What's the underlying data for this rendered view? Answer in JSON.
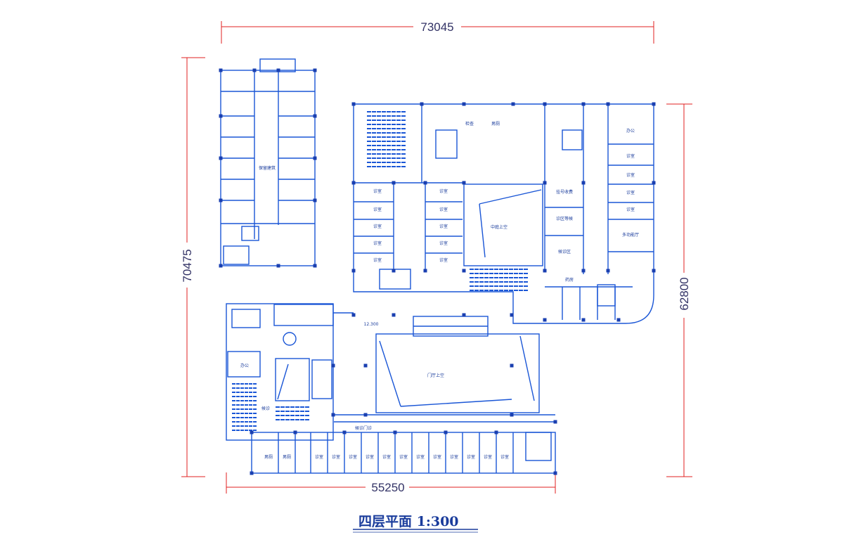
{
  "drawing": {
    "title": "四层平面 1:300",
    "colors": {
      "wall": "#1a56d6",
      "dimension": "#e02020",
      "dimension_text": "#333366",
      "column": "#1a3fb0",
      "title": "#1a3c9c"
    }
  },
  "dimensions": {
    "top": "73045",
    "bottom": "55250",
    "left": "70475",
    "right": "62800"
  },
  "rooms": {
    "ward_block": "保留建筑",
    "atrium_upper": "中庭上空",
    "hall_upper": "门厅上空",
    "clinic_lobby_a": "诊区等候",
    "clinic_lobby_b": "候诊区",
    "exam_a": "检查",
    "exam_b": "诊室",
    "multi_a": "多功能厅",
    "toilet": "男厕",
    "outpatient_office": "办公",
    "aux": "挂号收费",
    "waiting": "候诊",
    "corridor_label": "候诊门诊",
    "pharmacy": "药房",
    "elevation": "12.300"
  }
}
